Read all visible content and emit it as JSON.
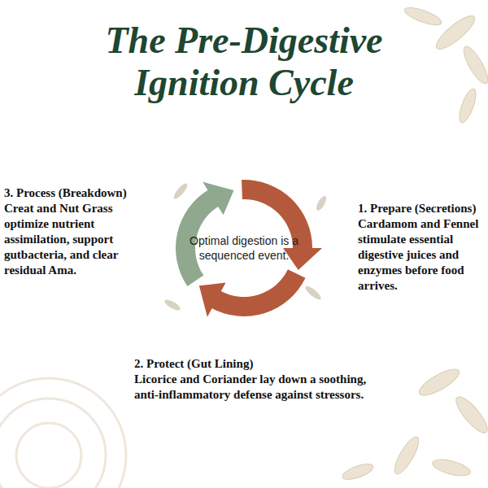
{
  "diagram": {
    "title": "The Pre-Digestive Ignition Cycle",
    "labels": [
      "Optimal digestion is a sequenced event.",
      "1. Prepare (Secretions)",
      "Cardamom and Fennel stimulate essential digestive juices and enzymes before food arrives.",
      "2. Protect (Gut Lining)",
      "Licorice and Coriander lay down a soothing, anti-inflammatory defense against stressors.",
      "3. Process (Breakdown)",
      "Creat and Nut Grass optimize nutrient assimilation, support gutbacteria, and clear residual Ama."
    ]
  }
}
